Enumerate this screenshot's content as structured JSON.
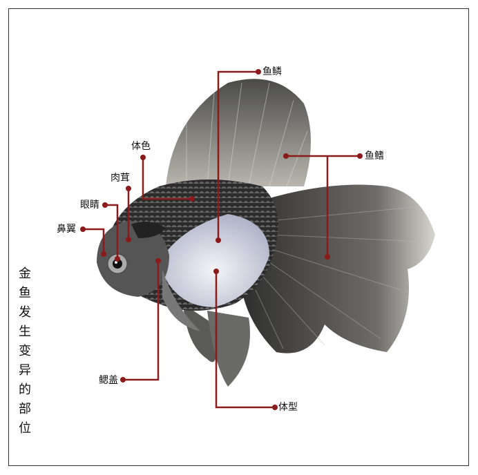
{
  "title": "金鱼发生变异的部位",
  "labels": {
    "scales": "鱼鳞",
    "fins": "鱼鳍",
    "body_color": "体色",
    "hood": "肉茸",
    "eyes": "眼睛",
    "nostril": "鼻翼",
    "gill_cover": "鳃盖",
    "body_shape": "体型"
  },
  "colors": {
    "leader_line": "#8b1a1a"
  }
}
